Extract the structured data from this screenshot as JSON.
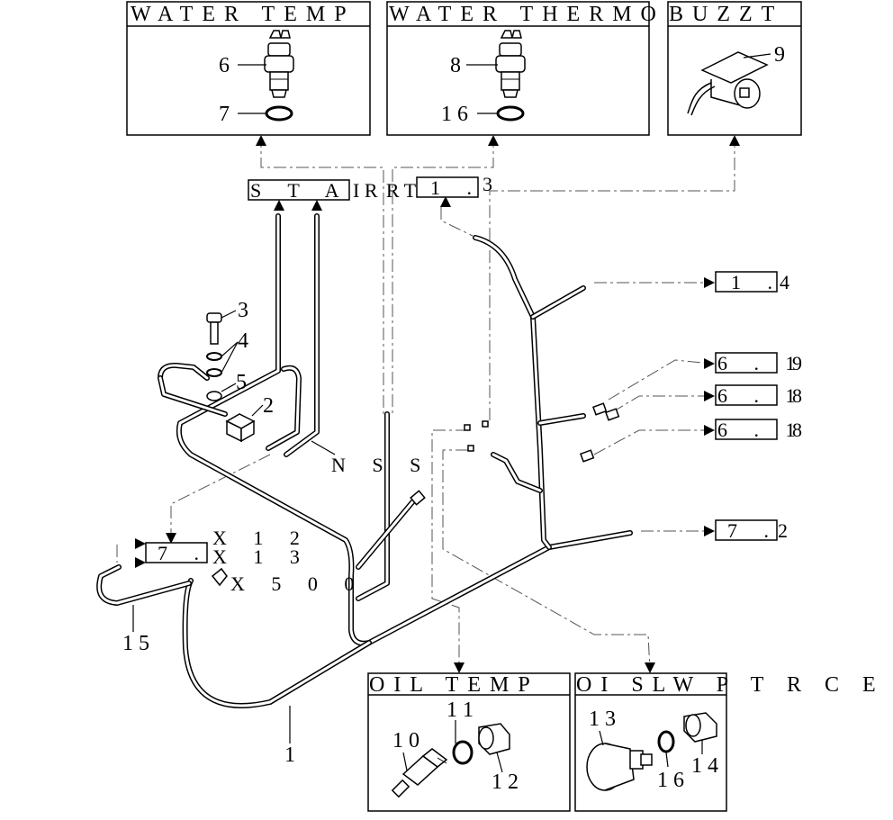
{
  "panels": {
    "water_temp": {
      "title": "WATER TEMP",
      "callouts": [
        "6",
        "7"
      ]
    },
    "water_thermo": {
      "title": "WATER THERMO",
      "callouts": [
        "8",
        "1 6"
      ]
    },
    "buzzer": {
      "title": "BUZZT",
      "callouts": [
        "9"
      ]
    },
    "oil_temp": {
      "title": "OIL TEMP",
      "callouts": [
        "1 1",
        "1 0",
        "1 2"
      ]
    },
    "oil_press": {
      "title": "OI SLW P T R C E H S S",
      "callouts": [
        "1 3",
        "1 6",
        "1 4"
      ]
    }
  },
  "refs": {
    "start": "S T A R T",
    "start_suffix": "I R",
    "ref_1_3": "1 .",
    "ref_1_3_suffix": "3",
    "ref_1_4": "1 .",
    "ref_1_4_suffix": "4",
    "ref_6_19": "6 . 1",
    "ref_6_19_suffix": "9",
    "ref_6_18a": "6 . 1",
    "ref_6_18a_suffix": "8",
    "ref_6_18b": "6 . 1",
    "ref_6_18b_suffix": "8",
    "ref_7_2": "7 .",
    "ref_7_2_suffix": "2",
    "ref_7": "7 ."
  },
  "labels": {
    "nss": "N S S",
    "x12": "X  1 2",
    "x13": "X  1 3",
    "x500": "X  5 0 0",
    "c1": "1",
    "c2": "2",
    "c3": "3",
    "c4": "4",
    "c5": "5",
    "c15": "1 5"
  }
}
